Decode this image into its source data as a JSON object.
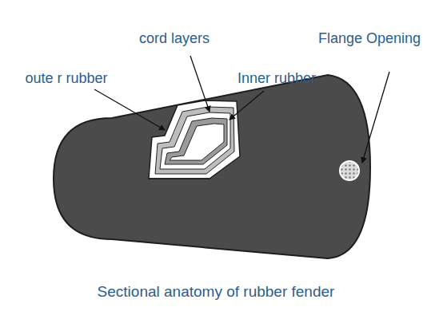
{
  "diagram": {
    "caption": "Sectional anatomy of rubber fender",
    "labels": [
      "cord layers",
      "Flange Opening",
      "oute r rubber",
      "Inner rubber"
    ]
  }
}
